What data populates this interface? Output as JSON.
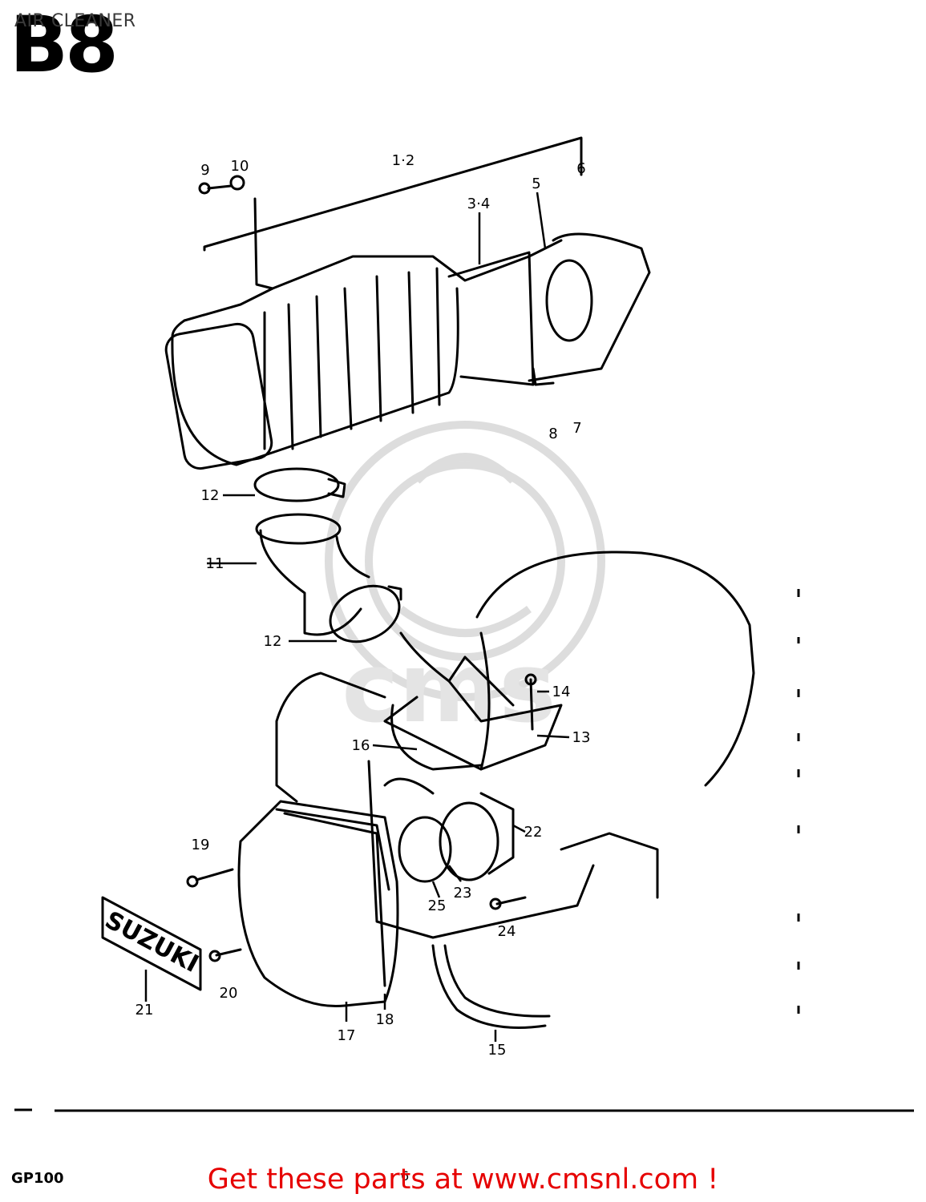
{
  "header": {
    "title": "AIR CLEANER",
    "section": "B8"
  },
  "diagram": {
    "callouts": [
      "9",
      "10",
      "1·2",
      "3·4",
      "5",
      "6",
      "8",
      "7",
      "12",
      "11",
      "12",
      "14",
      "13",
      "16",
      "22",
      "19",
      "23",
      "25",
      "24",
      "20",
      "21",
      "17",
      "18",
      "15"
    ],
    "emblem_text": "SUZUKI",
    "watermark": "cms"
  },
  "footer": {
    "model": "GP100",
    "page": "6",
    "promo": "Get these parts at www.cmsnl.com !"
  },
  "colors": {
    "line": "#000000",
    "promo": "#e60000",
    "watermark": "#dcdcdc"
  }
}
